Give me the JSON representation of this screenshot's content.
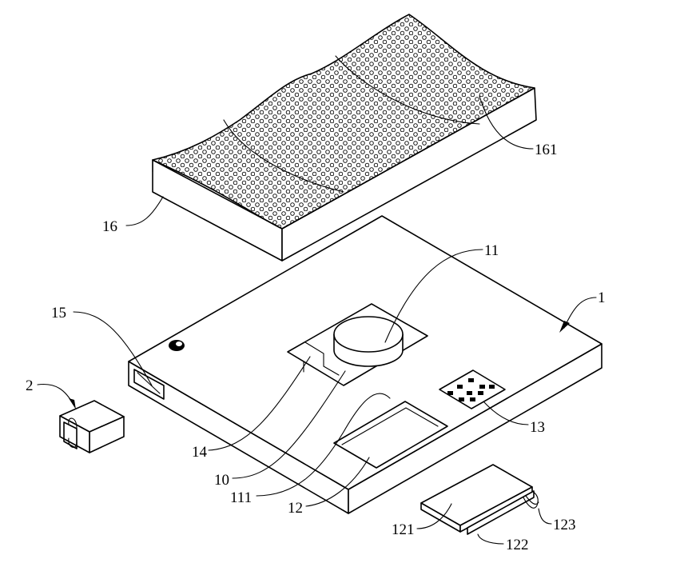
{
  "labels": {
    "l1": "1",
    "l2": "2",
    "l10": "10",
    "l11": "11",
    "l12": "12",
    "l13": "13",
    "l14": "14",
    "l15": "15",
    "l16": "16",
    "l111": "111",
    "l121": "121",
    "l122": "122",
    "l123": "123",
    "l161": "161"
  }
}
